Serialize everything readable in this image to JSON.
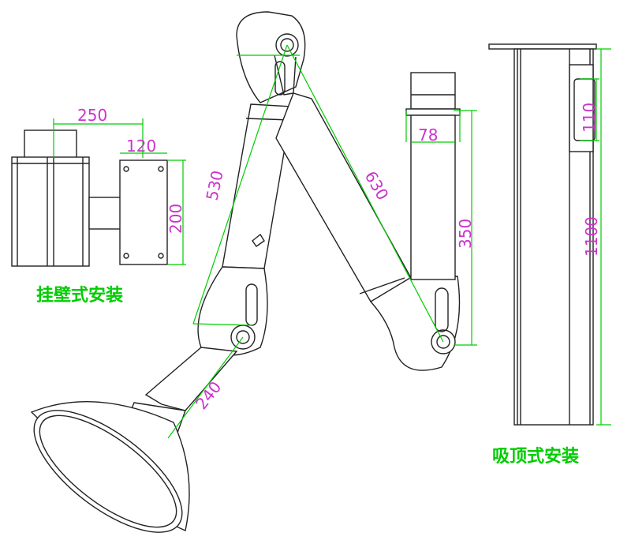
{
  "captions": {
    "wall_mount": "挂壁式安装",
    "ceiling_mount": "吸顶式安装"
  },
  "dimensions": {
    "wall_width": "250",
    "wall_plate_width": "120",
    "wall_plate_height": "200",
    "lower_arm": "530",
    "upper_arm": "630",
    "hood_arm": "240",
    "drop_tube_width": "78",
    "drop_tube_height": "350",
    "ceiling_column_height": "1100",
    "ceiling_column_offset": "110"
  },
  "colors": {
    "line": "#222222",
    "dimension_text": "#cc33cc",
    "dimension_line": "#00cc00",
    "caption": "#00cc00"
  }
}
